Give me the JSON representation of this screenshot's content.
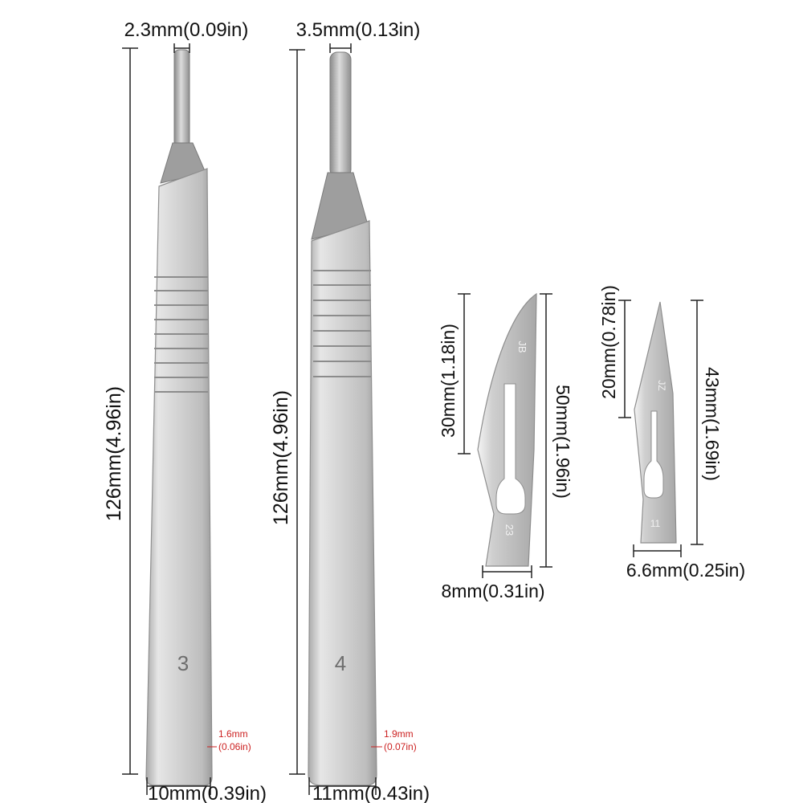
{
  "colors": {
    "dimension_line": "#222222",
    "red_note": "#cc2222",
    "steel": "#c9c9c9"
  },
  "handle3": {
    "tip_width": "2.3mm(0.09in)",
    "length": "126mm(4.96in)",
    "width": "10mm(0.39in)",
    "thickness_mm": "1.6mm",
    "thickness_in": "(0.06in)",
    "number": "3"
  },
  "handle4": {
    "tip_width": "3.5mm(0.13in)",
    "length": "126mm(4.96in)",
    "width": "11mm(0.43in)",
    "thickness_mm": "1.9mm",
    "thickness_in": "(0.07in)",
    "number": "4"
  },
  "blade23": {
    "edge_length": "30mm(1.18in)",
    "total_length": "50mm(1.96in)",
    "width": "8mm(0.31in)",
    "mark_top": "JB",
    "mark_bottom": "23"
  },
  "blade11": {
    "edge_length": "20mm(0.78in)",
    "total_length": "43mm(1.69in)",
    "width": "6.6mm(0.25in)",
    "mark_top": "JZ",
    "mark_bottom": "11"
  }
}
